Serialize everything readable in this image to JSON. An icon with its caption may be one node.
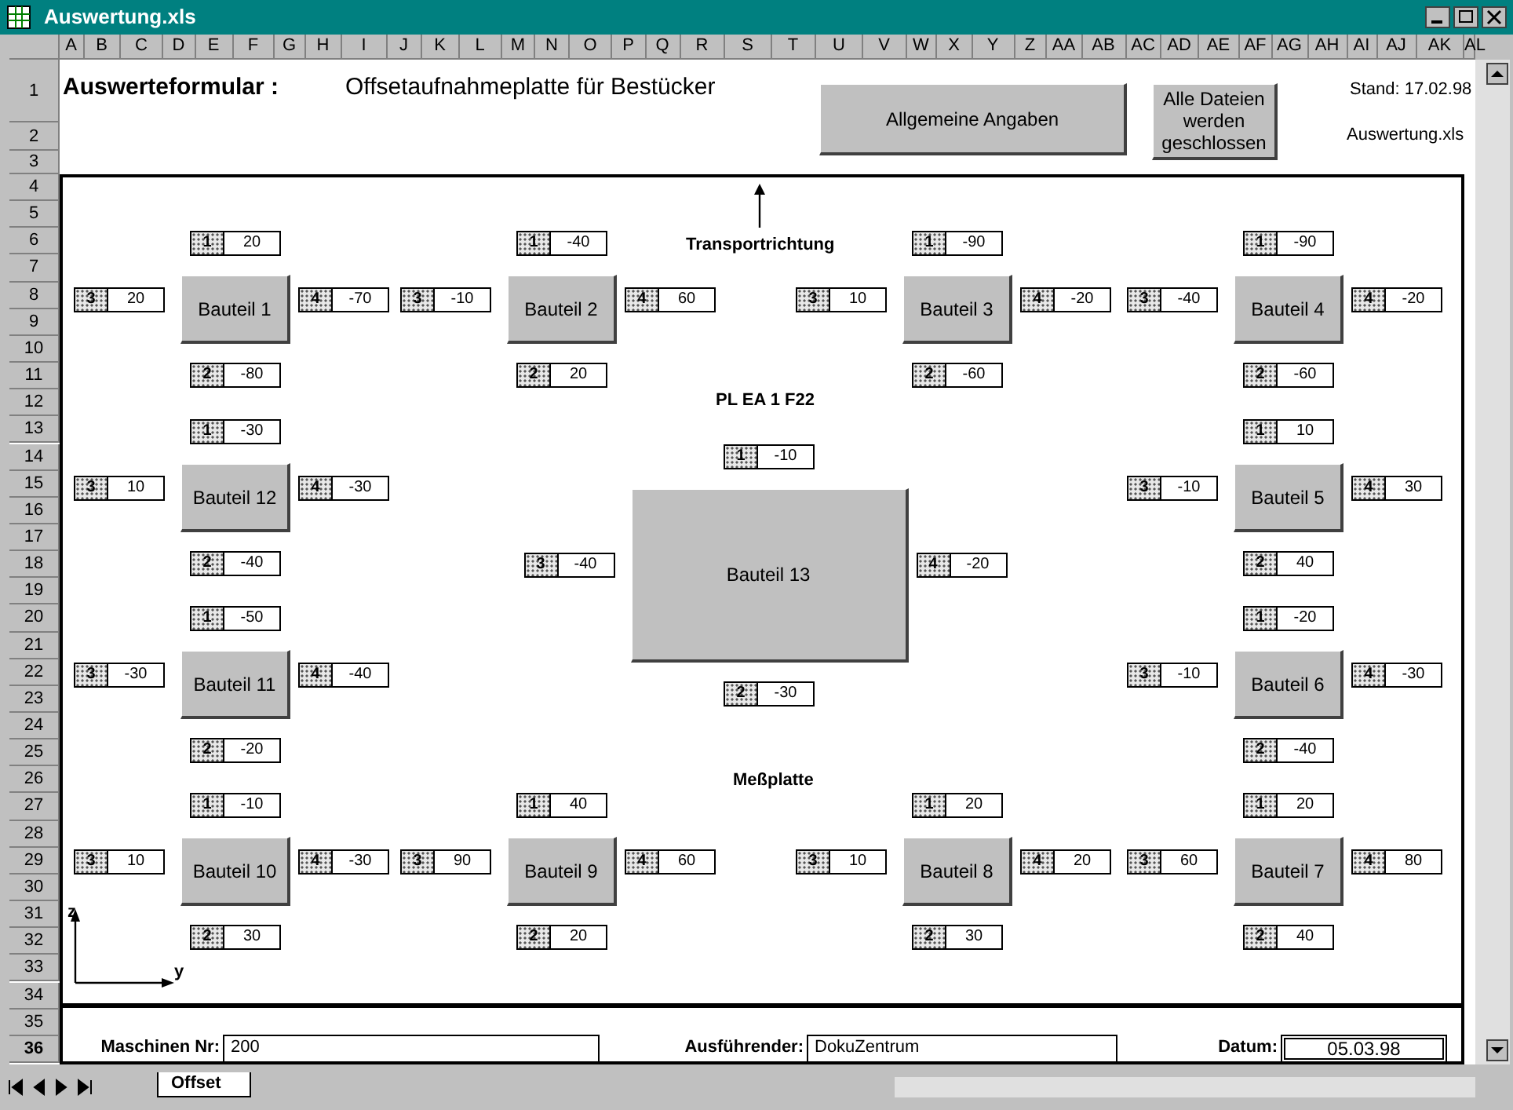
{
  "diagram": {
    "nodes": [
      {
        "text": [
          "Allgemeine Angaben"
        ]
      },
      {
        "text": [
          "Alle Dateien werden geschlossen"
        ]
      },
      {
        "text": [
          "Bauteil 1"
        ]
      },
      {
        "text": [
          "1",
          "20"
        ]
      },
      {
        "text": [
          "3",
          "20"
        ]
      },
      {
        "text": [
          "4",
          "-70"
        ]
      },
      {
        "text": [
          "2",
          "-80"
        ]
      },
      {
        "text": [
          "Bauteil 2"
        ]
      },
      {
        "text": [
          "1",
          "-40"
        ]
      },
      {
        "text": [
          "3",
          "-10"
        ]
      },
      {
        "text": [
          "4",
          "60"
        ]
      },
      {
        "text": [
          "2",
          "20"
        ]
      },
      {
        "text": [
          "Bauteil 3"
        ]
      },
      {
        "text": [
          "1",
          "-90"
        ]
      },
      {
        "text": [
          "3",
          "10"
        ]
      },
      {
        "text": [
          "4",
          "-20"
        ]
      },
      {
        "text": [
          "2",
          "-60"
        ]
      },
      {
        "text": [
          "Bauteil 4"
        ]
      },
      {
        "text": [
          "1",
          "-90"
        ]
      },
      {
        "text": [
          "3",
          "-40"
        ]
      },
      {
        "text": [
          "4",
          "-20"
        ]
      },
      {
        "text": [
          "2",
          "-60"
        ]
      },
      {
        "text": [
          "Bauteil 5"
        ]
      },
      {
        "text": [
          "1",
          "10"
        ]
      },
      {
        "text": [
          "3",
          "-10"
        ]
      },
      {
        "text": [
          "4",
          "30"
        ]
      },
      {
        "text": [
          "2",
          "40"
        ]
      },
      {
        "text": [
          "Bauteil 6"
        ]
      },
      {
        "text": [
          "1",
          "-20"
        ]
      },
      {
        "text": [
          "3",
          "-10"
        ]
      },
      {
        "text": [
          "4",
          "-30"
        ]
      },
      {
        "text": [
          "2",
          "-40"
        ]
      },
      {
        "text": [
          "Bauteil 7"
        ]
      },
      {
        "text": [
          "1",
          "20"
        ]
      },
      {
        "text": [
          "3",
          "60"
        ]
      },
      {
        "text": [
          "4",
          "80"
        ]
      },
      {
        "text": [
          "2",
          "40"
        ]
      },
      {
        "text": [
          "Bauteil 8"
        ]
      },
      {
        "text": [
          "1",
          "20"
        ]
      },
      {
        "text": [
          "3",
          "10"
        ]
      },
      {
        "text": [
          "4",
          "20"
        ]
      },
      {
        "text": [
          "2",
          "30"
        ]
      },
      {
        "text": [
          "Bauteil 9"
        ]
      },
      {
        "text": [
          "1",
          "40"
        ]
      },
      {
        "text": [
          "3",
          "90"
        ]
      },
      {
        "text": [
          "4",
          "60"
        ]
      },
      {
        "text": [
          "2",
          "20"
        ]
      },
      {
        "text": [
          "Bauteil 10"
        ]
      },
      {
        "text": [
          "1",
          "-10"
        ]
      },
      {
        "text": [
          "3",
          "10"
        ]
      },
      {
        "text": [
          "4",
          "-30"
        ]
      },
      {
        "text": [
          "2",
          "30"
        ]
      },
      {
        "text": [
          "Bauteil 11"
        ]
      },
      {
        "text": [
          "1",
          "-50"
        ]
      },
      {
        "text": [
          "3",
          "-30"
        ]
      },
      {
        "text": [
          "4",
          "-40"
        ]
      },
      {
        "text": [
          "2",
          "-20"
        ]
      },
      {
        "text": [
          "Bauteil 12"
        ]
      },
      {
        "text": [
          "1",
          "-30"
        ]
      },
      {
        "text": [
          "3",
          "10"
        ]
      },
      {
        "text": [
          "4",
          "-30"
        ]
      },
      {
        "text": [
          "2",
          "-40"
        ]
      },
      {
        "text": [
          "Bauteil 13"
        ]
      },
      {
        "text": [
          "1",
          "-10"
        ]
      },
      {
        "text": [
          "3",
          "-40"
        ]
      },
      {
        "text": [
          "4",
          "-20"
        ]
      },
      {
        "text": [
          "2",
          "-30"
        ]
      },
      {
        "text": [
          "200"
        ],
        "beside": [
          "Maschinen Nr:"
        ]
      },
      {
        "text": [
          "DokuZentrum"
        ],
        "beside": [
          "Ausführender:"
        ]
      },
      {
        "text": [
          "05.03.98"
        ],
        "beside": [
          "Datum:"
        ]
      }
    ],
    "labels": [
      "Auswertung.xls",
      "A",
      "B",
      "C",
      "D",
      "E",
      "F",
      "G",
      "H",
      "I",
      "J",
      "K",
      "L",
      "M",
      "N",
      "O",
      "P",
      "Q",
      "R",
      "S",
      "T",
      "U",
      "V",
      "W",
      "X",
      "Y",
      "Z",
      "AA",
      "AB",
      "AC",
      "AD",
      "AE",
      "AF",
      "AG",
      "AH",
      "AI",
      "AJ",
      "AK",
      "AL",
      "1",
      "2",
      "3",
      "4",
      "5",
      "6",
      "7",
      "8",
      "9",
      "10",
      "11",
      "12",
      "13",
      "14",
      "15",
      "16",
      "17",
      "18",
      "19",
      "20",
      "21",
      "22",
      "23",
      "24",
      "25",
      "26",
      "27",
      "28",
      "29",
      "30",
      "31",
      "32",
      "33",
      "34",
      "35",
      "36",
      "Auswerteformular :",
      "Offsetaufnahmeplatte für Bestücker",
      "Stand: 17.02.98",
      "Auswertung.xls",
      "Transportrichtung",
      "PL EA 1 F22",
      "Meßplatte",
      "z",
      "y",
      "Offset"
    ]
  }
}
